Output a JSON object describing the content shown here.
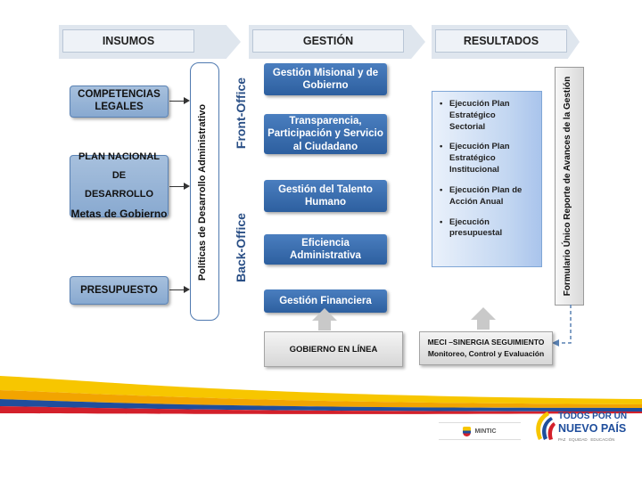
{
  "header": {
    "insumos": "INSUMOS",
    "gestion": "GESTIÓN",
    "resultados": "RESULTADOS"
  },
  "inputs": {
    "competencias_line1": "COMPETENCIAS",
    "competencias_line2": "LEGALES",
    "plan_line1": "PLAN NACIONAL DE",
    "plan_line2": "DESARROLLO",
    "plan_line3": "Metas de Gobierno",
    "presupuesto": "PRESUPUESTO"
  },
  "politicas": "Políticas de Desarrollo Administrativo",
  "offices": {
    "front": "Front-Office",
    "back": "Back-Office"
  },
  "gestion_boxes": {
    "misional": "Gestión Misional y de Gobierno",
    "transparencia": "Transparencia, Participación y Servicio al Ciudadano",
    "talento": "Gestión del Talento Humano",
    "eficiencia": "Eficiencia Administrativa",
    "financiera": "Gestión Financiera"
  },
  "resultados_items": [
    "Ejecución Plan Estratégico Sectorial",
    "Ejecución Plan Estratégico Institucional",
    "Ejecución Plan de Acción Anual",
    "Ejecución presupuestal"
  ],
  "formulario": "Formulario Único Reporte de Avances de la Gestión",
  "gobierno_en_linea": "GOBIERNO EN LÍNEA",
  "meci": {
    "line1": "MECI –SINERGIA SEGUIMIENTO",
    "line2": "Monitoreo, Control  y Evaluación"
  },
  "logos": {
    "mintic": "MINTIC",
    "todos_line1": "TODOS POR UN",
    "todos_line2": "NUEVO PAÍS",
    "todos_tagline": "PAZ   EQUIDAD   EDUCACIÓN"
  },
  "colors": {
    "blue_box": "#2d5f9f",
    "input_box": "#88a9d0",
    "flag_yellow": "#f7c600",
    "flag_blue": "#1f4e9c",
    "flag_red": "#d3202b"
  }
}
